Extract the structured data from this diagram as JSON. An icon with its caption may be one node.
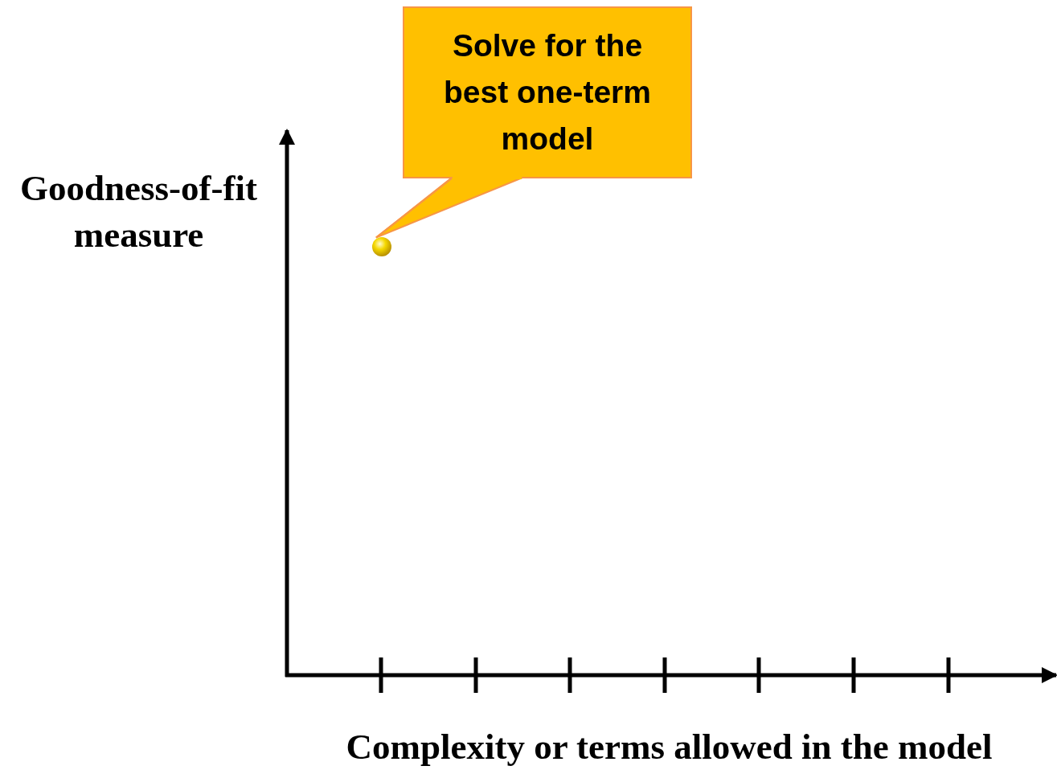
{
  "diagram": {
    "nodes": [
      {
        "text": [
          "Solve for the best one-term model"
        ]
      },
      {
        "text": [],
        "shape": "circle"
      }
    ],
    "edges": [
      {
        "from": 0,
        "to": 1,
        "arrow": "none"
      }
    ],
    "labels": [
      "Goodness-of-fit measure",
      "Complexity or terms allowed in the model"
    ]
  }
}
